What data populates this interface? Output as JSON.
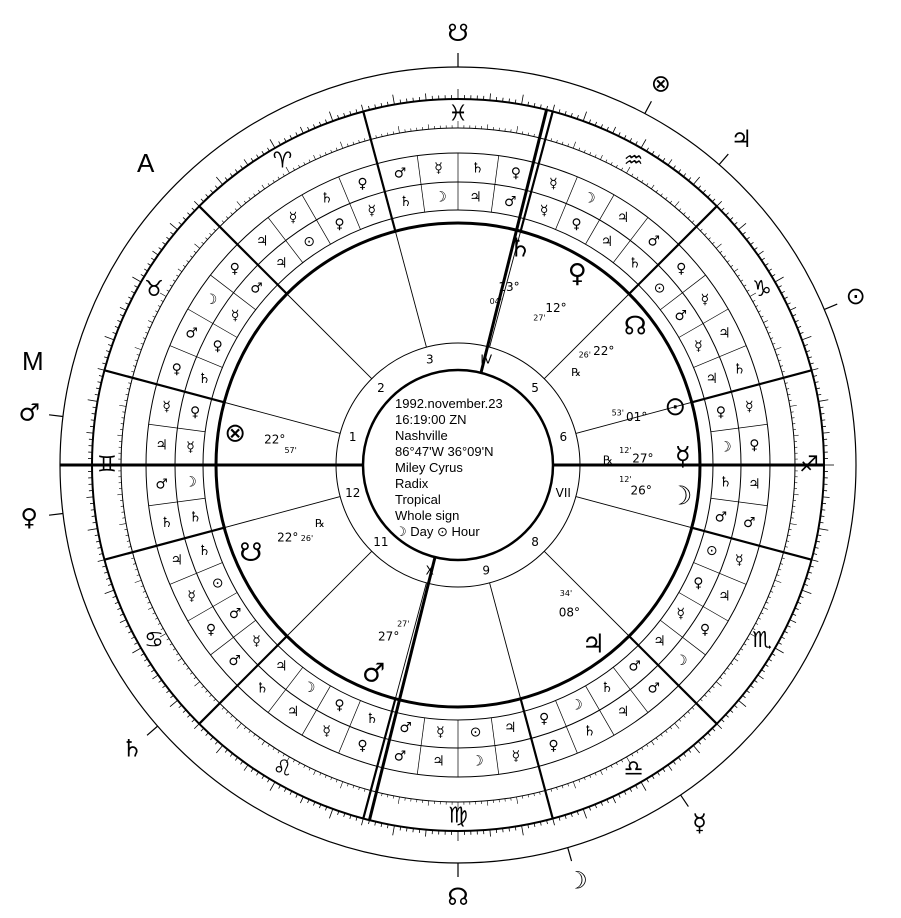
{
  "chart_info": {
    "line1": "1992.november.23",
    "line2": "16:19:00 ZN",
    "line3": "Nashville",
    "line4": "86°47'W  36°09'N",
    "line5": "Miley Cyrus",
    "line6": "Radix",
    "line7": "Tropical",
    "line8": "Whole sign",
    "line9": "☽ Day  ⊙ Hour"
  },
  "signs": {
    "aries": "♈",
    "taurus": "♉",
    "gemini": "♊",
    "cancer": "♋",
    "leo": "♌",
    "virgo": "♍",
    "libra": "♎",
    "scorpio": "♏",
    "sagittarius": "♐",
    "capricorn": "♑",
    "aquarius": "♒",
    "pisces": "♓"
  },
  "houses": [
    "1",
    "2",
    "3",
    "IV",
    "5",
    "6",
    "VII",
    "8",
    "9",
    "X",
    "11",
    "12"
  ],
  "angle_labels": {
    "asc": "A",
    "mc": "M"
  },
  "outer_markers": [
    {
      "glyph": "☋"
    },
    {
      "glyph": "⊗"
    },
    {
      "glyph": "♃"
    },
    {
      "glyph": "⊙"
    },
    {
      "glyph": "♂"
    },
    {
      "glyph": "♀"
    },
    {
      "glyph": "♄"
    },
    {
      "glyph": "☊"
    },
    {
      "glyph": "☽"
    },
    {
      "glyph": "☿"
    }
  ],
  "planets": [
    {
      "name": "Saturn",
      "glyph": "♄",
      "deg": "13°",
      "min": "04'",
      "retro": ""
    },
    {
      "name": "Venus",
      "glyph": "♀",
      "deg": "12°",
      "min": "27'",
      "retro": ""
    },
    {
      "name": "North Node",
      "glyph": "☊",
      "deg": "22°",
      "min": "26'",
      "retro": "℞"
    },
    {
      "name": "Sun",
      "glyph": "⊙",
      "deg": "01°",
      "min": "53'",
      "retro": ""
    },
    {
      "name": "Mercury",
      "glyph": "☿",
      "deg": "27°",
      "min": "12'",
      "retro": "℞"
    },
    {
      "name": "Moon",
      "glyph": "☽",
      "deg": "26°",
      "min": "12'",
      "retro": ""
    },
    {
      "name": "Jupiter",
      "glyph": "♃",
      "deg": "08°",
      "min": "34'",
      "retro": ""
    },
    {
      "name": "Mars",
      "glyph": "♂",
      "deg": "27°",
      "min": "27'",
      "retro": ""
    },
    {
      "name": "South Node",
      "glyph": "☋",
      "deg": "22°",
      "min": "26'",
      "retro": "℞"
    },
    {
      "name": "Part of Fortune",
      "glyph": "⊗",
      "deg": "22°",
      "min": "57'",
      "retro": ""
    }
  ],
  "ring_rulers": {
    "row1": [
      "♄",
      "♂",
      "♃",
      "☿",
      "♀",
      "♂",
      "☽",
      "♀",
      "♃",
      "☿",
      "♄",
      "♀",
      "♂",
      "☿",
      "♄",
      "♀",
      "☿",
      "☽",
      "♃",
      "♂",
      "♀",
      "☿",
      "♃",
      "♄",
      "☿",
      "♀",
      "♃",
      "♂",
      "☿",
      "♃",
      "♀",
      "☽",
      "♂",
      "♃",
      "♄",
      "♀",
      "☿",
      "☽",
      "♃",
      "♂",
      "♀",
      "☿",
      "♃",
      "♄",
      "♂",
      "♀",
      "☿",
      "♃"
    ],
    "row2": [
      "♄",
      "☽",
      "☿",
      "♀",
      "♄",
      "♀",
      "☿",
      "♂",
      "♃",
      "⊙",
      "♀",
      "☿",
      "♄",
      "☽",
      "♃",
      "♂",
      "☿",
      "♀",
      "♃",
      "♄",
      "⊙",
      "♂",
      "☿",
      "♃",
      "♀",
      "☽",
      "♄",
      "♂",
      "⊙",
      "♀",
      "☿",
      "♃",
      "♂",
      "♄",
      "☽",
      "♀",
      "♃",
      "⊙",
      "☿",
      "♂",
      "♄",
      "♀",
      "☽",
      "♃",
      "☿",
      "♂",
      "⊙",
      "♄"
    ]
  }
}
